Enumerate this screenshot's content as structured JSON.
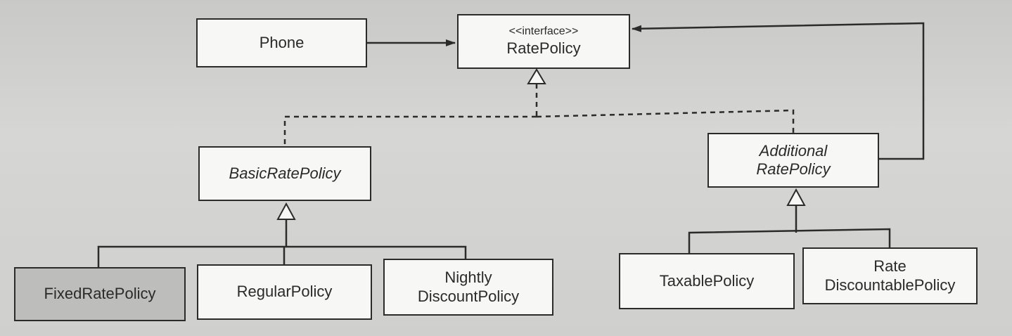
{
  "boxes": {
    "phone": "Phone",
    "rate_policy": {
      "stereotype": "<<interface>>",
      "name": "RatePolicy"
    },
    "basic_rate_policy": "BasicRatePolicy",
    "additional_rate_policy": {
      "line1": "Additional",
      "line2": "RatePolicy"
    },
    "fixed_rate_policy": "FixedRatePolicy",
    "regular_policy": "RegularPolicy",
    "nightly_discount_policy": {
      "line1": "Nightly",
      "line2": "DiscountPolicy"
    },
    "taxable_policy": "TaxablePolicy",
    "rate_discountable_policy": {
      "line1": "Rate",
      "line2": "DiscountablePolicy"
    }
  },
  "colors": {
    "line": "#2b2b2b",
    "box_fill": "#f7f7f6",
    "highlight_fill": "#bdbdbc"
  }
}
